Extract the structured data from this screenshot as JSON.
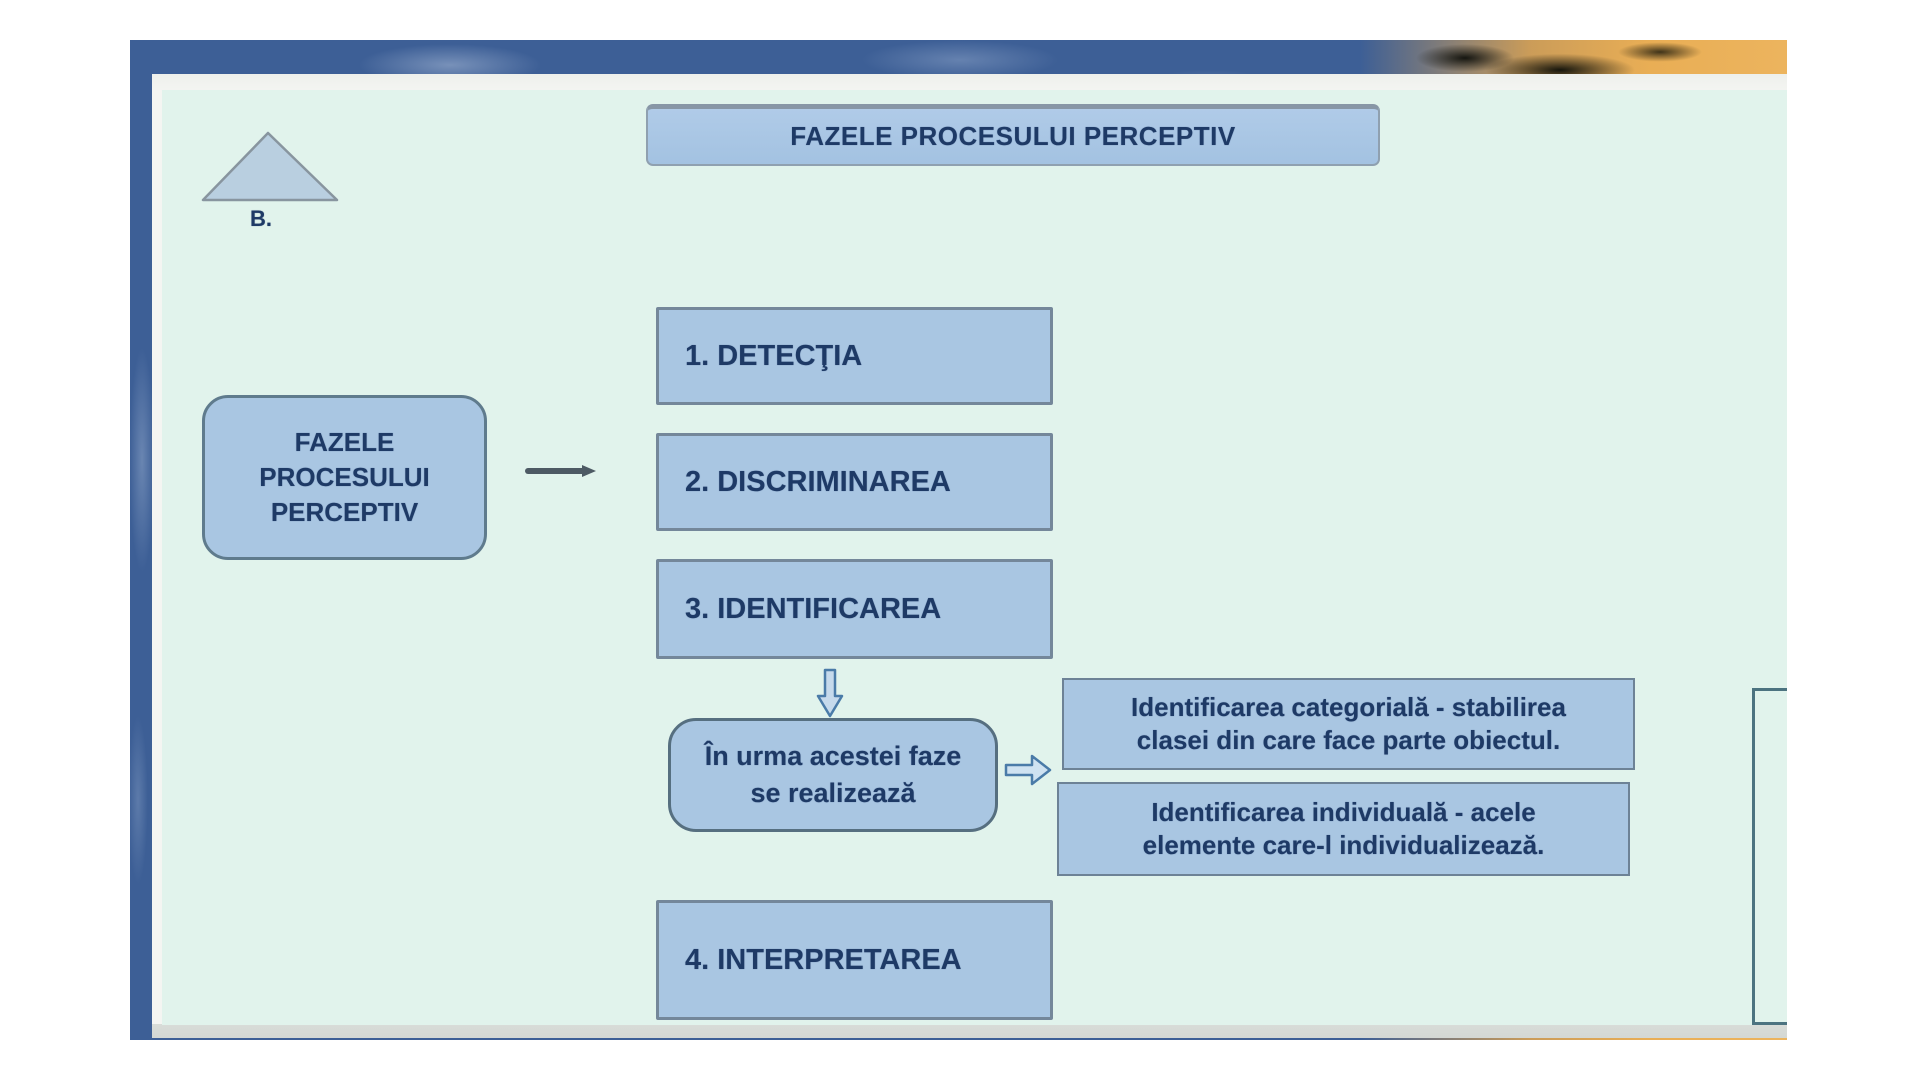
{
  "diagram": {
    "marker": "B.",
    "title": "FAZELE PROCESULUI PERCEPTIV",
    "root": {
      "lines": [
        "FAZELE",
        "PROCESULUI",
        "PERCEPTIV"
      ]
    },
    "phases": [
      {
        "label": "1. DETECŢIA"
      },
      {
        "label": "2. DISCRIMINAREA"
      },
      {
        "label": "3. IDENTIFICAREA"
      },
      {
        "label": "4. INTERPRETAREA"
      }
    ],
    "result": {
      "lines": [
        "În urma acestei faze",
        "se realizează"
      ]
    },
    "outcomes": [
      {
        "lines": [
          "Identificarea categorială - stabilirea",
          "clasei din care face parte obiectul."
        ]
      },
      {
        "lines": [
          "Identificarea individuală - acele",
          "elemente care-l individualizează."
        ]
      }
    ]
  },
  "colors": {
    "box_fill": "#a9c6e2",
    "box_border": "#74879a",
    "rounded_border": "#5f7b8d",
    "text": "#1e3a66",
    "slide_bg": "#e1f3ec",
    "backdrop_blue": "#3d5f96",
    "backdrop_orange": "#e9ae55",
    "arrow_outline": "#4a7ba8",
    "arrow_fill": "#c6daec"
  }
}
